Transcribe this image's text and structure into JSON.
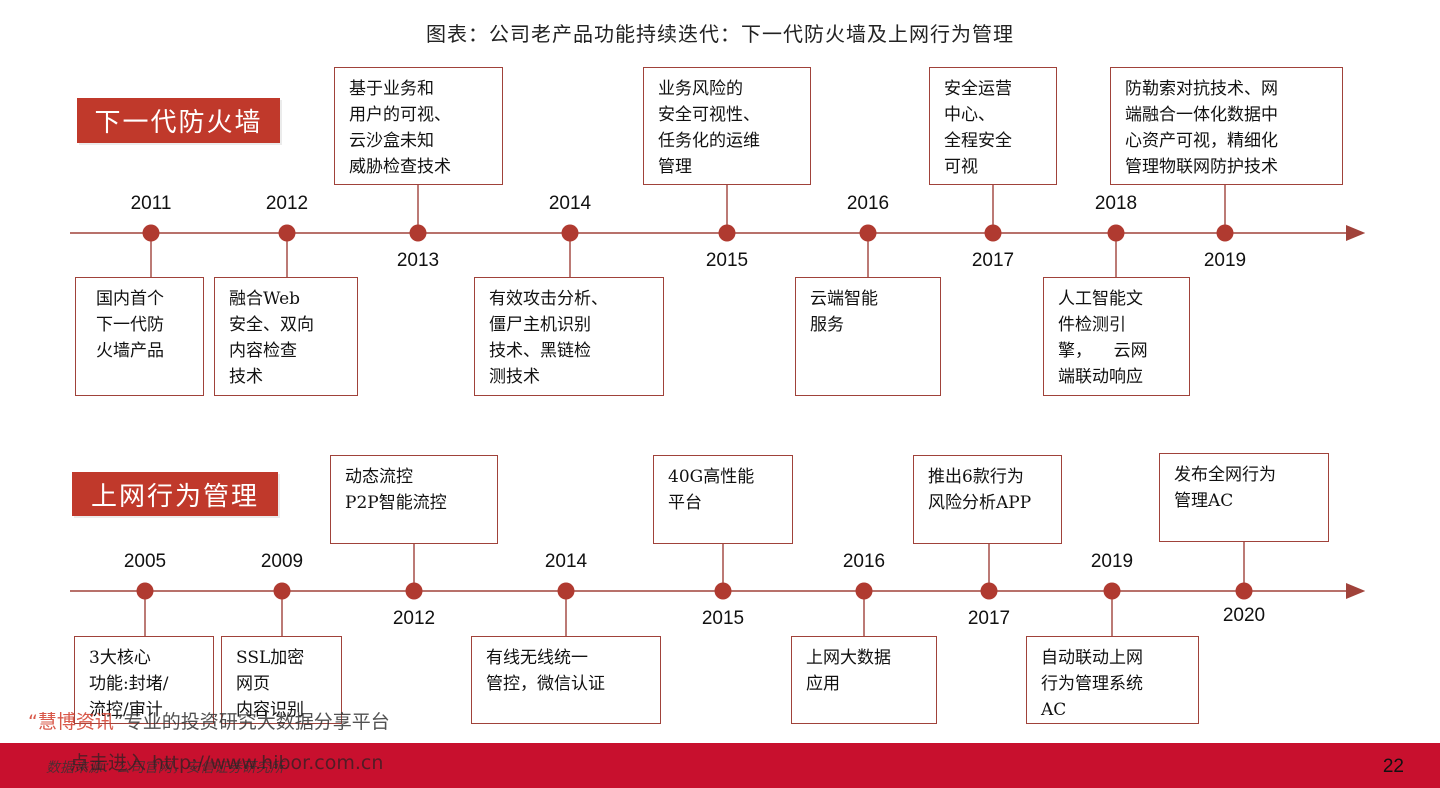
{
  "title": "图表：公司老产品功能持续迭代：下一代防火墙及上网行为管理",
  "sections": {
    "firewall": {
      "label": "下一代防火墙",
      "years": {
        "y2011": "2011",
        "y2012": "2012",
        "y2013": "2013",
        "y2014": "2014",
        "y2015": "2015",
        "y2016": "2016",
        "y2017": "2017",
        "y2018": "2018",
        "y2019": "2019"
      },
      "boxes": {
        "b2011": "国内首个\n下一代防\n火墙产品",
        "b2012": "融合Web\n安全、双向\n内容检查\n技术",
        "b2013": "基于业务和\n用户的可视、\n云沙盒未知\n威胁检查技术",
        "b2014": "有效攻击分析、\n僵尸主机识别\n技术、黑链检\n测技术",
        "b2015": "业务风险的\n安全可视性、\n任务化的运维\n管理",
        "b2016": "云端智能\n服务",
        "b2017": "安全运营\n中心、\n全程安全\n可视",
        "b2018": "人工智能文\n件检测引\n擎，    云网\n端联动响应",
        "b2019": "防勒索对抗技术、网\n端融合一体化数据中\n心资产可视，精细化\n管理物联网防护技术"
      }
    },
    "behavior": {
      "label": "上网行为管理",
      "years": {
        "y2005": "2005",
        "y2009": "2009",
        "y2012": "2012",
        "y2014": "2014",
        "y2015": "2015",
        "y2016": "2016",
        "y2017": "2017",
        "y2019": "2019",
        "y2020": "2020"
      },
      "boxes": {
        "b2005": "3大核心\n功能:封堵/\n流控/审计",
        "b2009": "SSL加密\n网页\n内容识别",
        "b2012": "动态流控\nP2P智能流控",
        "b2014": "有线无线统一\n管控，微信认证",
        "b2015": "40G高性能\n平台",
        "b2016": "上网大数据\n应用",
        "b2017": "推出6款行为\n风险分析APP",
        "b2019": "自动联动上网\n行为管理系统\nAC",
        "b2020": "发布全网行为\n管理AC"
      }
    }
  },
  "footer": {
    "page_number": "22",
    "source_text": "数据来源：公司官网，安信证券研究所",
    "watermark_brand": "慧博资讯",
    "watermark_slogan": "专业的投资研究大数据分享平台",
    "watermark_link": "点击进入 http://www.hibor.com.cn",
    "quote_mark": "“"
  },
  "colors": {
    "accent": "#c0392b",
    "line": "#a0423a",
    "dot": "#b03a30",
    "footer": "#c8102e"
  }
}
